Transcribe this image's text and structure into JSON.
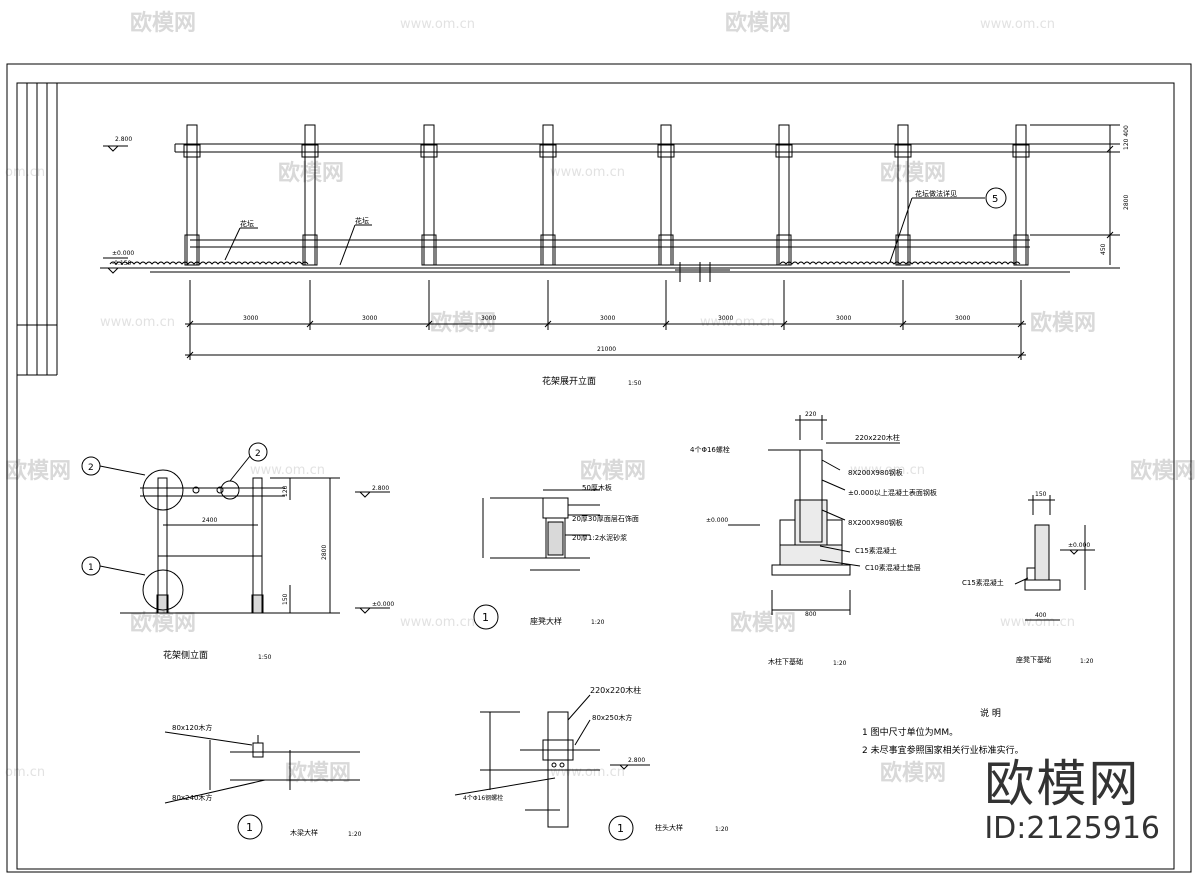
{
  "watermark": {
    "brand": "欧模网",
    "site": "www.om.cn",
    "site_short": "om.cn",
    "id": "ID:2125916"
  },
  "titles": {
    "front_elevation": "花架展开立面",
    "front_elevation_scale": "1:50",
    "side_elevation": "花架侧立面",
    "side_elevation_scale": "1:50",
    "seat_detail": "座凳大样",
    "seat_detail_scale": "1:20",
    "column_foundation": "木柱下基础",
    "column_foundation_scale": "1:20",
    "seat_foundation": "座凳下基础",
    "seat_foundation_scale": "1:20",
    "beam_detail": "木梁大样",
    "beam_detail_scale": "1:20",
    "column_head_detail": "柱头大样",
    "column_head_detail_scale": "1:20"
  },
  "front": {
    "spans": [
      "3000",
      "3000",
      "3000",
      "3000",
      "3000",
      "3000",
      "3000"
    ],
    "total": "21000",
    "level_top": "2.800",
    "level_zero": "±0.000",
    "level_ground": "-0.150",
    "label_flower": "花坛",
    "label_planter": "花坛",
    "label_ref": "花坛做法详见",
    "callout": "5",
    "dim_right_top": "120 400",
    "dim_right_mid": "2800",
    "dim_right_low": "450"
  },
  "side": {
    "callout_1": "1",
    "callout_2": "2",
    "callout_3": "2",
    "width": "2400",
    "height": "2800",
    "level_top": "2.800",
    "level_zero": "±0.000",
    "dim_a": "120",
    "dim_b": "150"
  },
  "seat": {
    "label_1": "50厚木板",
    "label_2": "20厚30厚面层石饰面",
    "label_3": "20厚1:2水泥砂浆",
    "callout": "1"
  },
  "foundation": {
    "label_bolt": "4个Φ16螺栓",
    "label_column": "220x220木柱",
    "label_plate1": "8X200X980钢板",
    "label_concrete_plate": "±0.000以上混凝土表面钢板",
    "label_plate2": "8X200X980钢板",
    "label_c15": "C15素混凝土",
    "label_c10": "C10素混凝土垫层",
    "dim_top": "220",
    "dim_bottom": "800",
    "level": "±0.000"
  },
  "seat_foundation": {
    "label_c15": "C15素混凝土",
    "level": "±0.000",
    "dim_top": "150",
    "dim_bottom": "400"
  },
  "beam": {
    "label_1": "80x120木方",
    "label_2": "80x240木方",
    "callout": "1"
  },
  "column_head": {
    "label_column": "220x220木柱",
    "label_beam": "80x250木方",
    "label_bolt": "4个Φ16钢螺栓",
    "level": "2.800",
    "callout": "1"
  },
  "notes": {
    "title": "说 明",
    "items": [
      "1  图中尺寸单位为MM。",
      "2  未尽事宜参照国家相关行业标准实行。"
    ]
  }
}
